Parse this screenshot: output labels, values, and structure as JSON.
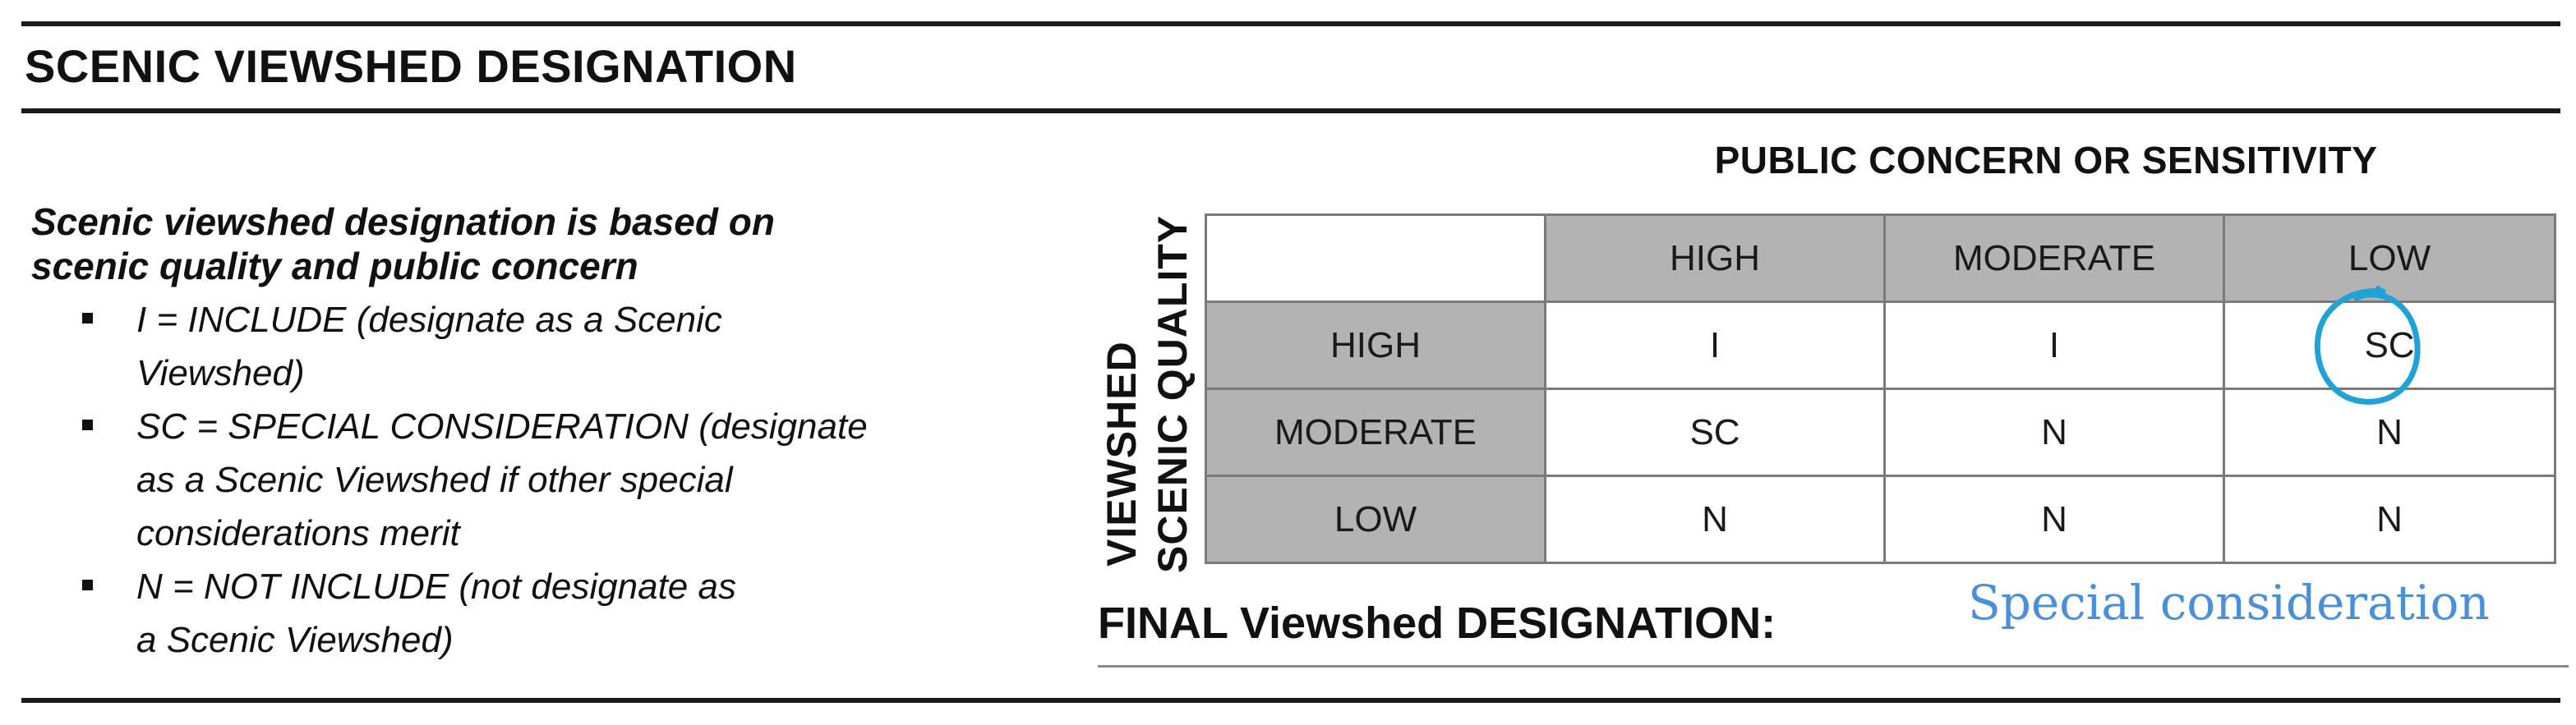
{
  "heading": "SCENIC VIEWSHED DESIGNATION",
  "legend": {
    "lead_line1": "Scenic viewshed designation is based on",
    "lead_line2": "scenic quality and public concern",
    "items": [
      {
        "line1": "I = INCLUDE (designate as a Scenic",
        "line2": "Viewshed)"
      },
      {
        "line1": "SC = SPECIAL CONSIDERATION (designate",
        "line2": "as a Scenic Viewshed if other special",
        "line3": "considerations merit"
      },
      {
        "line1": "N = NOT INCLUDE (not designate as",
        "line2": "a Scenic Viewshed)"
      }
    ]
  },
  "matrix": {
    "column_axis_label": "PUBLIC CONCERN  OR SENSITIVITY",
    "row_axis_label_line1": "SCENIC QUALITY",
    "row_axis_label_line2": "VIEWSHED",
    "column_headers": [
      "HIGH",
      "MODERATE",
      "LOW"
    ],
    "rows": [
      {
        "label": "HIGH",
        "cells": [
          "I",
          "I",
          "SC"
        ]
      },
      {
        "label": "MODERATE",
        "cells": [
          "SC",
          "N",
          "N"
        ]
      },
      {
        "label": "LOW",
        "cells": [
          "N",
          "N",
          "N"
        ]
      }
    ],
    "highlighted_cell": {
      "row": "HIGH",
      "column": "LOW",
      "annotation": "hand-drawn-circle"
    }
  },
  "final": {
    "label": "FINAL Viewshed DESIGNATION:",
    "handwritten_value": "Special consideration"
  },
  "colors": {
    "rule": "#1a1a1a",
    "header_fill": "#b3b3b3",
    "grid_line": "#7a7a7a",
    "annotation_ink": "#1fa3d6",
    "handwritten_ink": "#4a90d9"
  }
}
